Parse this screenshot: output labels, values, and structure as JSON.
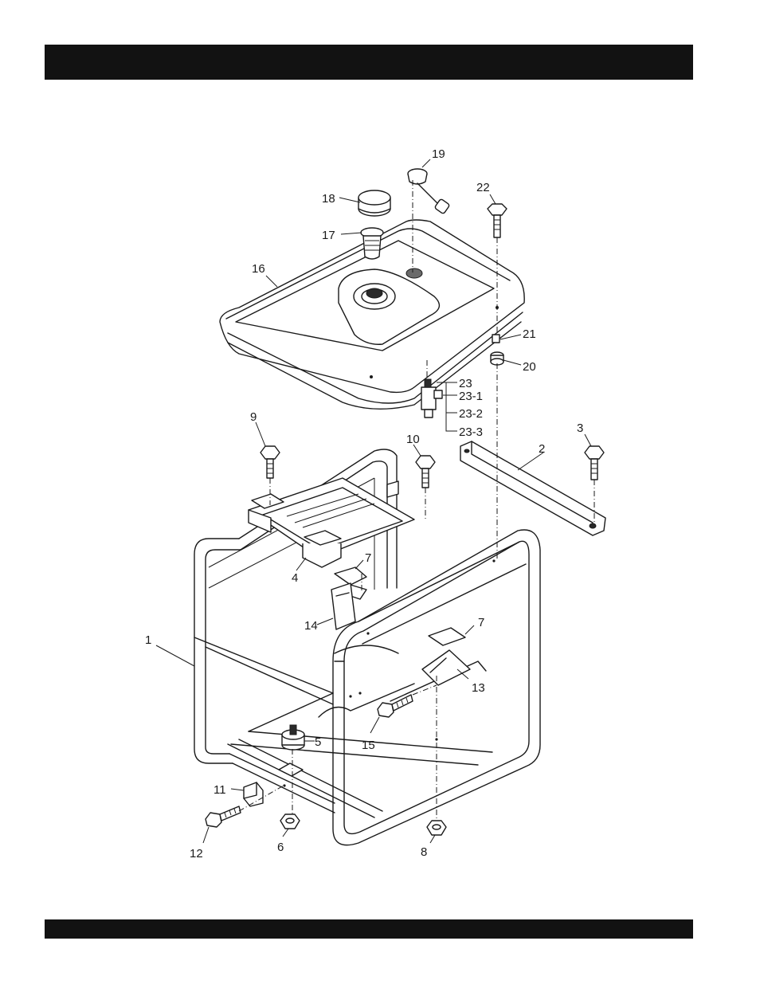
{
  "header_bar": "",
  "footer_bar": "",
  "callouts": {
    "p1": "1",
    "p2": "2",
    "p3": "3",
    "p4": "4",
    "p5": "5",
    "p6": "6",
    "p7a": "7",
    "p7b": "7",
    "p8": "8",
    "p9": "9",
    "p10": "10",
    "p11": "11",
    "p12": "12",
    "p13": "13",
    "p14": "14",
    "p15": "15",
    "p16": "16",
    "p17": "17",
    "p18": "18",
    "p19": "19",
    "p20": "20",
    "p21": "21",
    "p22": "22",
    "p23": "23",
    "p23_1": "23-1",
    "p23_2": "23-2",
    "p23_3": "23-3"
  },
  "parts": {
    "frame": "frame-icon",
    "fuel_tank": "fuel-tank-icon",
    "bolt": "bolt-icon",
    "nut": "nut-icon",
    "cap": "fuel-cap-icon",
    "filter": "strainer-icon",
    "gauge": "fuel-gauge-icon",
    "cock": "fuel-cock-icon",
    "mount": "rubber-mount-icon",
    "bracket": "bracket-icon"
  }
}
